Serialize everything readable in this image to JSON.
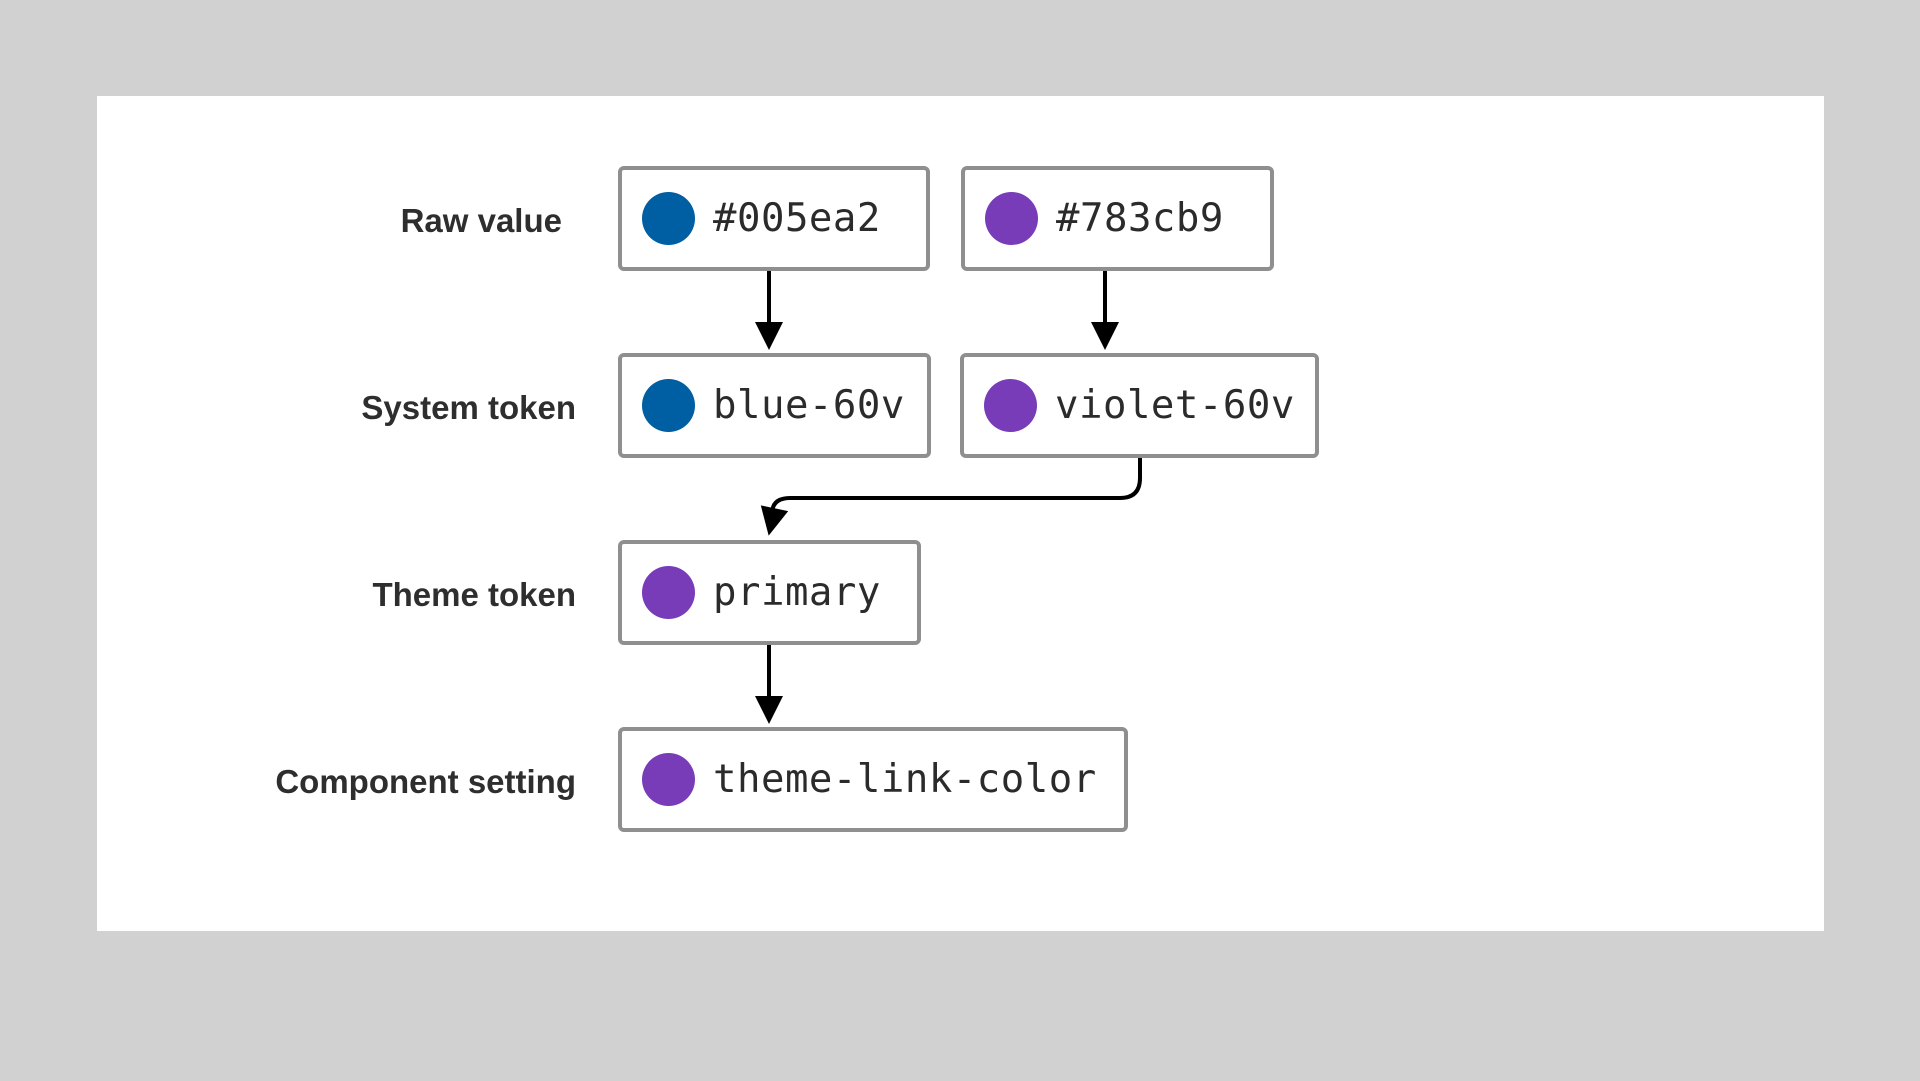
{
  "rows": {
    "raw_value": "Raw value",
    "system_token": "System token",
    "theme_token": "Theme token",
    "component_setting": "Component setting"
  },
  "tokens": {
    "raw_blue": {
      "label": "#005ea2",
      "color": "#005ea2"
    },
    "raw_violet": {
      "label": "#783cb9",
      "color": "#783cb9"
    },
    "sys_blue": {
      "label": "blue-60v",
      "color": "#005ea2"
    },
    "sys_violet": {
      "label": "violet-60v",
      "color": "#783cb9"
    },
    "theme_primary": {
      "label": "primary",
      "color": "#783cb9"
    },
    "component_link": {
      "label": "theme-link-color",
      "color": "#783cb9"
    }
  },
  "colors": {
    "background": "#d1d1d1",
    "panel": "#ffffff",
    "box_border": "#8f8f8f",
    "arrow": "#000000"
  }
}
